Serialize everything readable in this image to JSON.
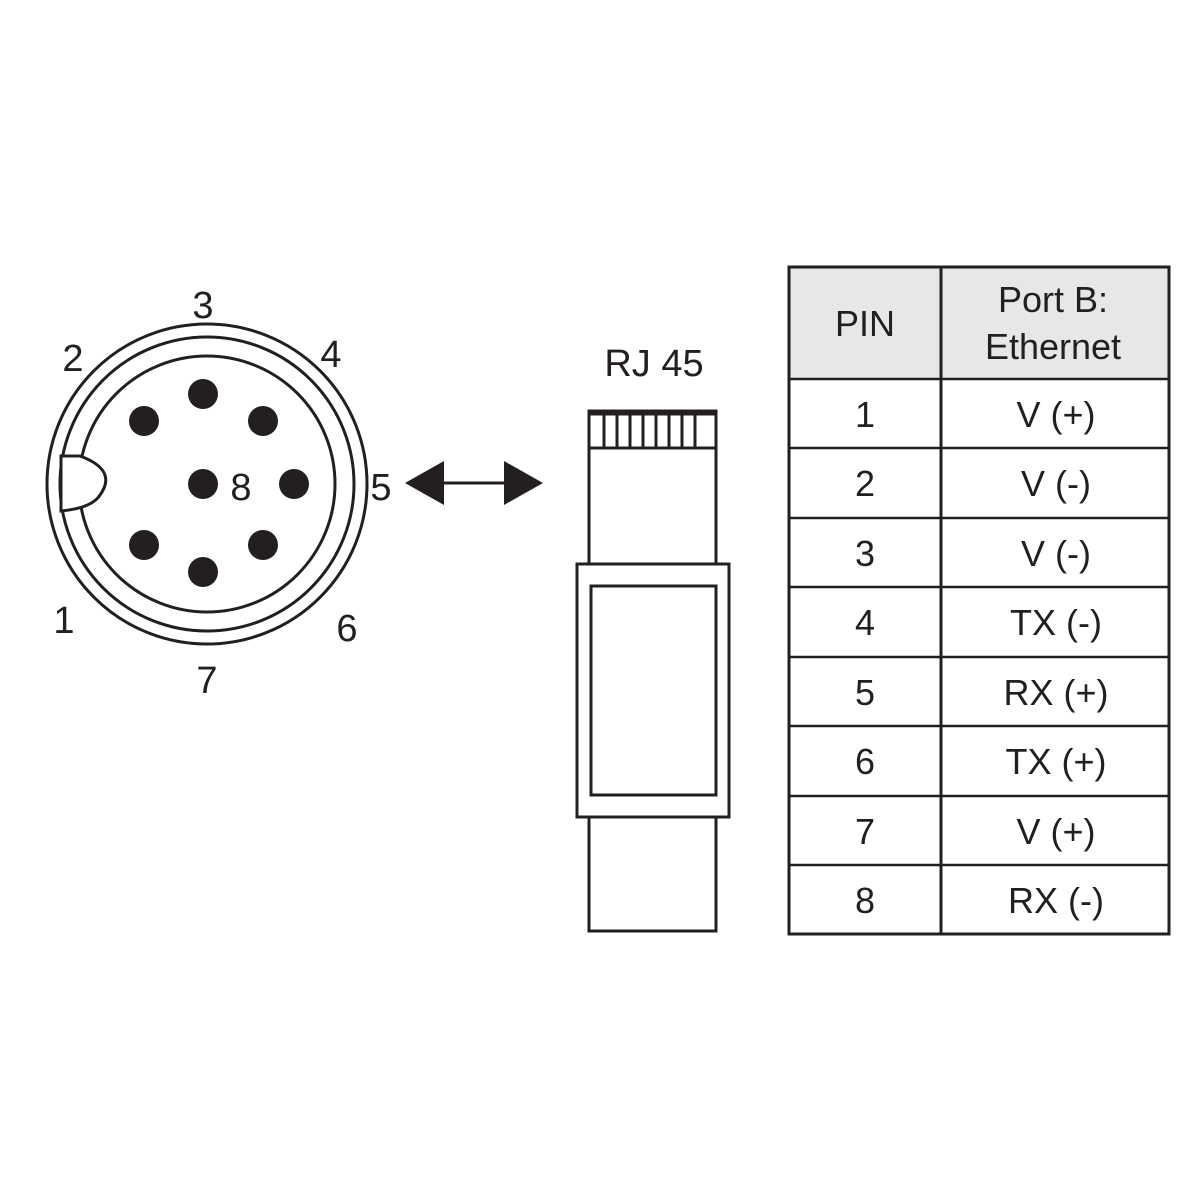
{
  "connector": {
    "pin_labels": [
      "1",
      "2",
      "3",
      "4",
      "5",
      "6",
      "7",
      "8"
    ]
  },
  "rj45_label": "RJ 45",
  "table": {
    "headers": [
      "PIN",
      "Port B:",
      "Ethernet"
    ],
    "rows": [
      {
        "pin": "1",
        "signal": "V (+)"
      },
      {
        "pin": "2",
        "signal": "V (-)"
      },
      {
        "pin": "3",
        "signal": "V (-)"
      },
      {
        "pin": "4",
        "signal": "TX (-)"
      },
      {
        "pin": "5",
        "signal": "RX (+)"
      },
      {
        "pin": "6",
        "signal": "TX (+)"
      },
      {
        "pin": "7",
        "signal": "V (+)"
      },
      {
        "pin": "8",
        "signal": "RX (-)"
      }
    ]
  },
  "colors": {
    "ink": "#231f20",
    "header_fill": "#e6e7e8",
    "background": "#ffffff"
  }
}
